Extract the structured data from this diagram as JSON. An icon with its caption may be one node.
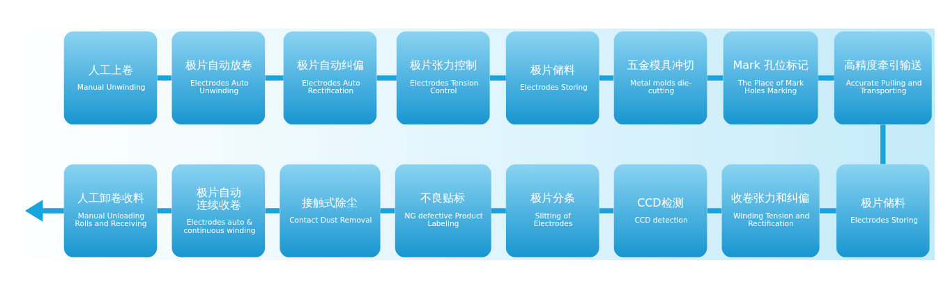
{
  "diagram": {
    "nodes": [
      {
        "text": [
          "人工上卷",
          "Manual Unwinding"
        ]
      },
      {
        "text": [
          "极片自动放卷",
          "Electrodes Auto Unwinding"
        ]
      },
      {
        "text": [
          "极片自动纠偏",
          "Electrodes Auto Rectification"
        ]
      },
      {
        "text": [
          "极片张力控制",
          "Electrodes Tension Control"
        ]
      },
      {
        "text": [
          "极片储料",
          "Electrodes Storing"
        ]
      },
      {
        "text": [
          "五金模具冲切",
          "Metal molds die-cutting"
        ]
      },
      {
        "text": [
          "Mark 孔位标记",
          "The Place of Mark Holes Marking"
        ]
      },
      {
        "text": [
          "高精度牵引输送",
          "Accurate Pulling and Transporting"
        ]
      },
      {
        "text": [
          "极片储料",
          "Electrodes Storing"
        ]
      },
      {
        "text": [
          "收卷张力和纠偏",
          "Winding Tension and Rectification"
        ]
      },
      {
        "text": [
          "CCD检测",
          "CCD detection"
        ]
      },
      {
        "text": [
          "极片分条",
          "Slitting of Electrodes"
        ]
      },
      {
        "text": [
          "不良贴标",
          "NG defective Product Labeling"
        ]
      },
      {
        "text": [
          "接触式除尘",
          "Contact Dust Removal"
        ]
      },
      {
        "text": [
          "极片自动连续收卷",
          "Electrodes auto & continuous winding"
        ]
      },
      {
        "text": [
          "人工卸卷收料",
          "Manual Unloading Rolls and Receiving"
        ]
      }
    ],
    "edges": [
      {
        "from": 0,
        "to": 1,
        "arrow": "none"
      },
      {
        "from": 1,
        "to": 2,
        "arrow": "none"
      },
      {
        "from": 2,
        "to": 3,
        "arrow": "none"
      },
      {
        "from": 3,
        "to": 4,
        "arrow": "none"
      },
      {
        "from": 4,
        "to": 5,
        "arrow": "none"
      },
      {
        "from": 5,
        "to": 6,
        "arrow": "none"
      },
      {
        "from": 6,
        "to": 7,
        "arrow": "none"
      },
      {
        "from": 7,
        "to": 8,
        "arrow": "none"
      },
      {
        "from": 8,
        "to": 9,
        "arrow": "none"
      },
      {
        "from": 9,
        "to": 10,
        "arrow": "none"
      },
      {
        "from": 10,
        "to": 11,
        "arrow": "none"
      },
      {
        "from": 11,
        "to": 12,
        "arrow": "none"
      },
      {
        "from": 12,
        "to": 13,
        "arrow": "none"
      },
      {
        "from": 13,
        "to": 14,
        "arrow": "none"
      },
      {
        "from": 14,
        "to": 15,
        "arrow": "none"
      },
      {
        "from": 15,
        "to": null,
        "arrow": "to"
      }
    ]
  }
}
